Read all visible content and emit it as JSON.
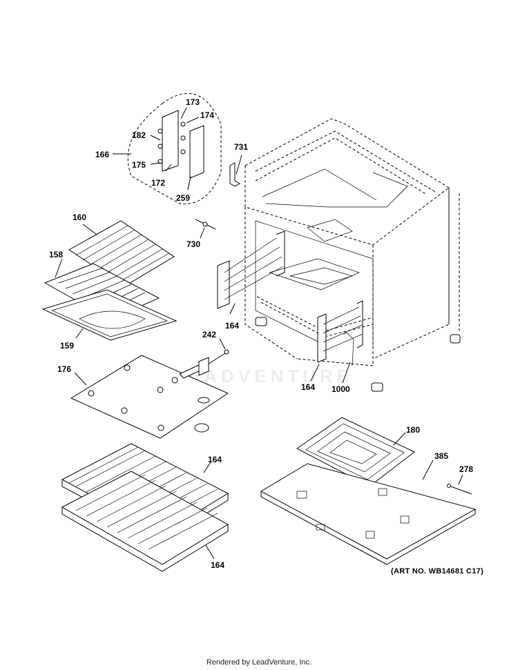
{
  "labels": {
    "p173": "173",
    "p174": "174",
    "p182": "182",
    "p166": "166",
    "p175": "175",
    "p172": "172",
    "p259": "259",
    "p731": "731",
    "p160": "160",
    "p730": "730",
    "p158": "158",
    "p159": "159",
    "p164a": "164",
    "p242": "242",
    "p176": "176",
    "p164b": "164",
    "p1000": "1000",
    "p180": "180",
    "p164c": "164",
    "p385": "385",
    "p278": "278",
    "p164d": "164"
  },
  "art_number": "(ART NO. WB14681 C17)",
  "footer": "Rendered by LeadVenture, Inc.",
  "watermark": "LEADVENTURE"
}
